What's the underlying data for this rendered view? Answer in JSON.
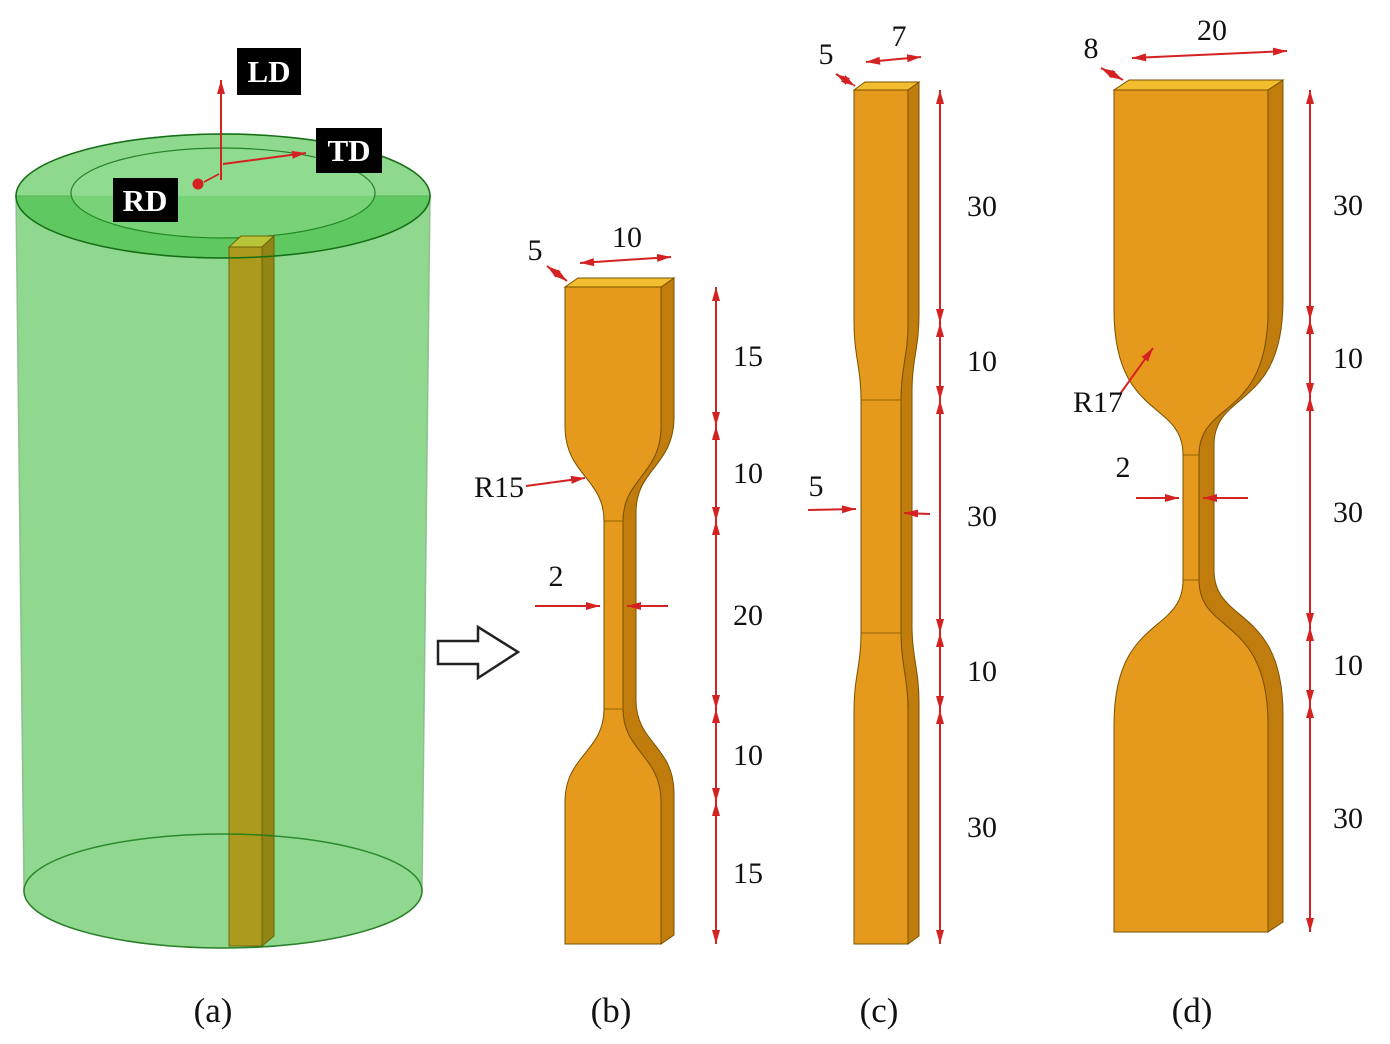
{
  "figure": {
    "captions": {
      "a": "(a)",
      "b": "(b)",
      "c": "(c)",
      "d": "(d)"
    }
  },
  "axis_labels": {
    "ld": "LD",
    "td": "TD",
    "rd": "RD"
  },
  "specimen_b": {
    "top_width": "10",
    "thickness": "5",
    "fillet_radius": "R15",
    "gauge_width": "2",
    "segments": {
      "s1": "15",
      "s2": "10",
      "s3": "20",
      "s4": "10",
      "s5": "15"
    }
  },
  "specimen_c": {
    "thickness": "5",
    "top_width": "7",
    "gauge_width": "5",
    "segments": {
      "s1": "30",
      "s2": "10",
      "s3": "30",
      "s4": "10",
      "s5": "30"
    }
  },
  "specimen_d": {
    "thickness": "8",
    "top_width": "20",
    "fillet_radius": "R17",
    "gauge_width": "2",
    "segments": {
      "s1": "30",
      "s2": "10",
      "s3": "30",
      "s4": "10",
      "s5": "30"
    }
  },
  "colors": {
    "specimen_face": "#e59a1d",
    "specimen_side": "#c17c0e",
    "specimen_top": "#f2bd2e",
    "plate_top": "#d9c73c",
    "plate_face": "#c8941c",
    "plate_side": "#a87a10",
    "cylinder_green": "#2fb52f",
    "cylinder_rim": "#45c045",
    "cylinder_inner": "#8fdc8f",
    "cylinder_edge": "#157015",
    "dimension_red": "#d42222",
    "label_bg": "#000000",
    "label_text": "#ffffff"
  }
}
